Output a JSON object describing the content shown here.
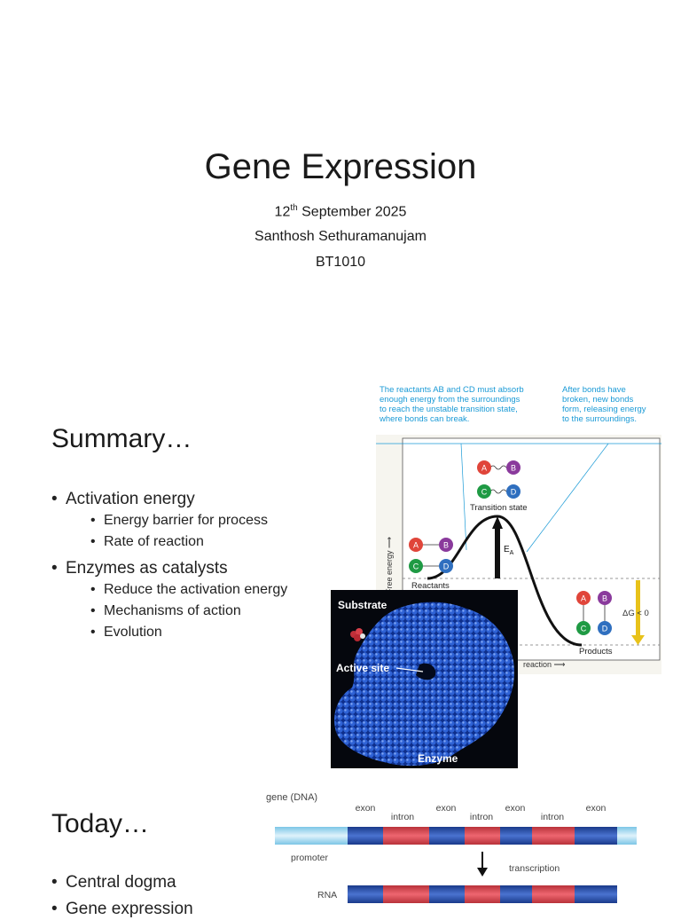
{
  "slide1": {
    "title": "Gene Expression",
    "date_day": "12",
    "date_sup": "th",
    "date_rest": " September 2025",
    "author": "Santhosh Sethuramanujam",
    "course": "BT1010"
  },
  "slide2": {
    "heading": "Summary…",
    "items": [
      {
        "label": "Activation energy",
        "sub": [
          "Energy barrier for process",
          "Rate of reaction"
        ]
      },
      {
        "label": "Enzymes as catalysts",
        "sub": [
          "Reduce the activation energy",
          "Mechanisms of action",
          "Evolution"
        ]
      }
    ],
    "energy_figure": {
      "note_left": [
        "The reactants AB and CD must absorb",
        "enough energy from the surroundings",
        "to reach the unstable transition state,",
        "where bonds can break."
      ],
      "note_right": [
        "After bonds have",
        "broken, new bonds",
        "form, releasing energy",
        "to the surroundings."
      ],
      "transition_label": "Transition state",
      "reactants_label": "Reactants",
      "products_label": "Products",
      "ea_label": "E",
      "ea_sub": "A",
      "dg_label": "ΔG < 0",
      "y_axis": "Free energy ⟶",
      "x_axis": "reaction ⟶",
      "atoms": {
        "a": "A",
        "b": "B",
        "c": "C",
        "d": "D"
      },
      "colors": {
        "accent_text": "#1a9ad6",
        "a": "#e0453a",
        "b": "#8a3a9c",
        "c": "#1f9a44",
        "d": "#2f6fbf",
        "arrow": "#e8c21a"
      }
    },
    "enzyme_figure": {
      "substrate_label": "Substrate",
      "active_site_label": "Active site",
      "enzyme_label": "Enzyme"
    }
  },
  "slide3": {
    "heading": "Today…",
    "items": [
      "Central dogma",
      "Gene expression"
    ],
    "gene_figure": {
      "gene_label": "gene (DNA)",
      "segment_labels": [
        "exon",
        "intron",
        "exon",
        "intron",
        "exon",
        "intron",
        "exon"
      ],
      "promoter_label": "promoter",
      "transcription_label": "transcription",
      "rna_label": "RNA"
    }
  }
}
